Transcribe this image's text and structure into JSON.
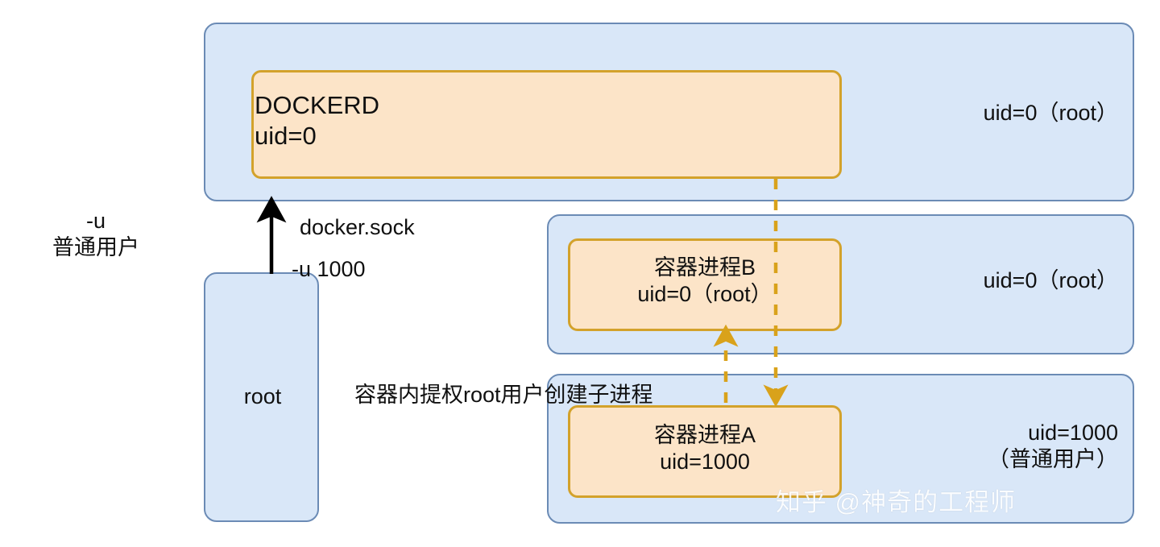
{
  "diagram": {
    "title": "Docker socket privilege escalation diagram",
    "colors": {
      "zone_fill": "#d9e7f8",
      "zone_border": "#6b8bb5",
      "process_fill": "#fce4c8",
      "process_border": "#d3a22b",
      "dashed_arrow": "#d9a21b",
      "solid_arrow": "#000000",
      "background": "#ffffff"
    },
    "zones": [
      {
        "id": "host-zone",
        "uid_label": "uid=0（root）"
      },
      {
        "id": "container-b-zone",
        "uid_label": "uid=0（root）"
      },
      {
        "id": "container-a-zone",
        "uid_label": "uid=1000",
        "uid_label2": "（普通用户）"
      }
    ],
    "processes": [
      {
        "id": "dockerd",
        "line1": "DOCKERD",
        "line2": "uid=0"
      },
      {
        "id": "container-process-b",
        "line1": "容器进程B",
        "line2": "uid=0（root）"
      },
      {
        "id": "container-process-a",
        "line1": "容器进程A",
        "line2": "uid=1000"
      }
    ],
    "user_box": {
      "label": "root"
    },
    "labels": {
      "left_note_line1": "-u",
      "left_note_line2": "普通用户",
      "docker_sock": "docker.sock",
      "u_option": "-u 1000",
      "escalate": "容器内提权root用户创建子进程"
    },
    "watermark": "知乎 @神奇的工程师"
  }
}
